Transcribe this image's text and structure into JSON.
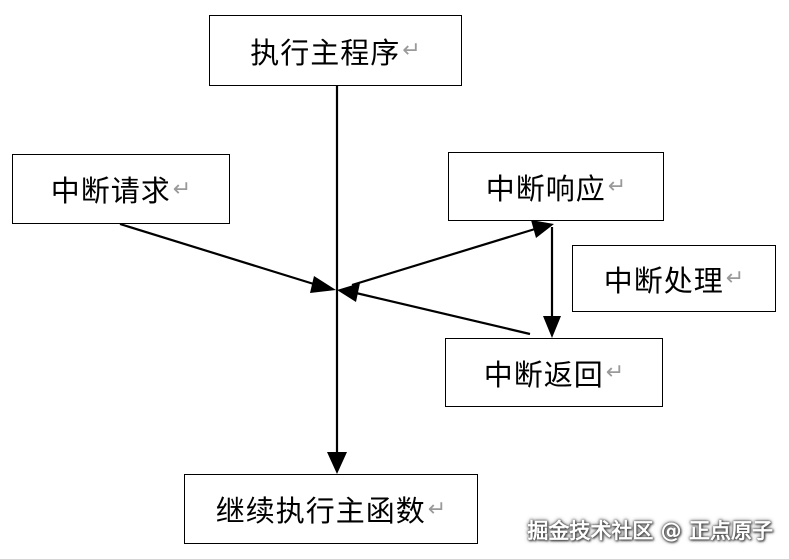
{
  "diagram": {
    "nodes": {
      "main_program": {
        "label": "执行主程序",
        "mark": "↵"
      },
      "interrupt_request": {
        "label": "中断请求",
        "mark": "↵"
      },
      "interrupt_response": {
        "label": "中断响应",
        "mark": "↵"
      },
      "interrupt_handling": {
        "label": "中断处理",
        "mark": "↵"
      },
      "interrupt_return": {
        "label": "中断返回",
        "mark": "↵"
      },
      "continue_main": {
        "label": "继续执行主函数",
        "mark": "↵"
      }
    },
    "edges": [
      {
        "from": "main_program",
        "to": "continue_main"
      },
      {
        "from": "interrupt_request",
        "to": "junction"
      },
      {
        "from": "junction",
        "to": "interrupt_response"
      },
      {
        "from": "interrupt_response",
        "to": "interrupt_return"
      },
      {
        "from": "interrupt_return",
        "to": "junction"
      }
    ],
    "colors": {
      "line": "#000000",
      "box_border": "#000000",
      "mark": "#9a9a9a"
    }
  },
  "watermark": {
    "text": "掘金技术社区 @ 正点原子"
  }
}
